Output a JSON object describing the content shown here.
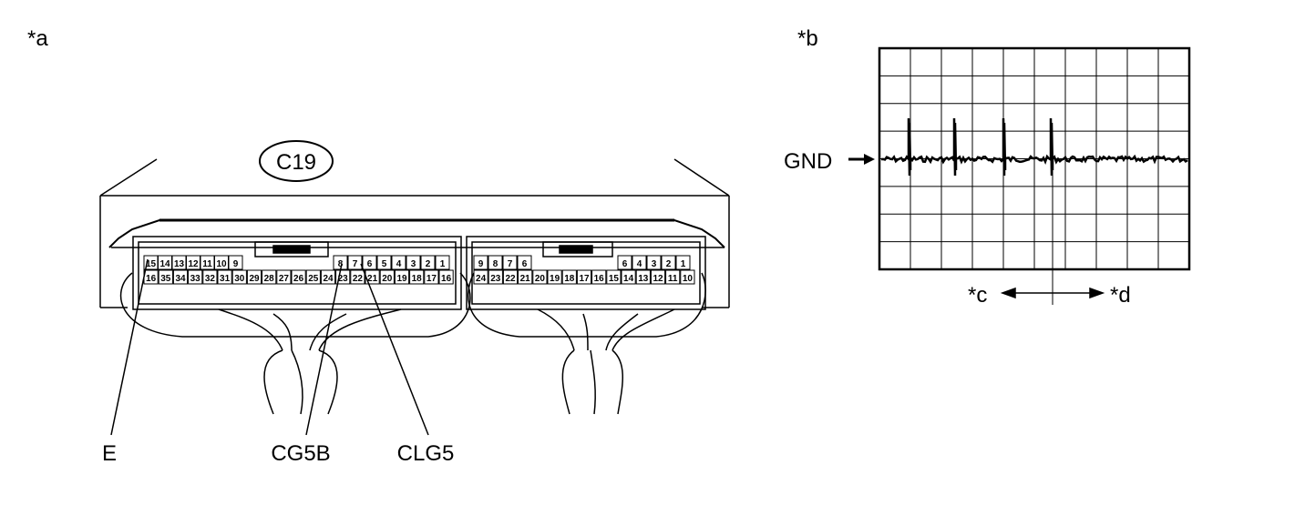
{
  "panel_a": {
    "tag": "*a",
    "connector_id": "C19",
    "callouts": {
      "e": "E",
      "cg5b": "CG5B",
      "clg5": "CLG5"
    },
    "left_connector": {
      "top_row": [
        "15",
        "14",
        "13",
        "12",
        "11",
        "10",
        "9",
        "8",
        "7",
        "6",
        "5",
        "4",
        "3",
        "2",
        "1"
      ],
      "bottom_row": [
        "16",
        "35",
        "34",
        "33",
        "32",
        "31",
        "30",
        "29",
        "28",
        "27",
        "26",
        "25",
        "24",
        "23",
        "22",
        "21",
        "20",
        "19",
        "18",
        "17",
        "16"
      ]
    },
    "right_connector": {
      "top_row": [
        "9",
        "8",
        "7",
        "6",
        "6",
        "4",
        "3",
        "2",
        "1"
      ],
      "bottom_row": [
        "24",
        "23",
        "22",
        "21",
        "20",
        "19",
        "18",
        "17",
        "16",
        "15",
        "14",
        "13",
        "12",
        "11",
        "10"
      ]
    }
  },
  "panel_b": {
    "tag": "*b",
    "reference_label": "GND",
    "time_labels": {
      "left": "*c",
      "right": "*d"
    },
    "grid": {
      "columns": 10,
      "rows": 8
    }
  }
}
